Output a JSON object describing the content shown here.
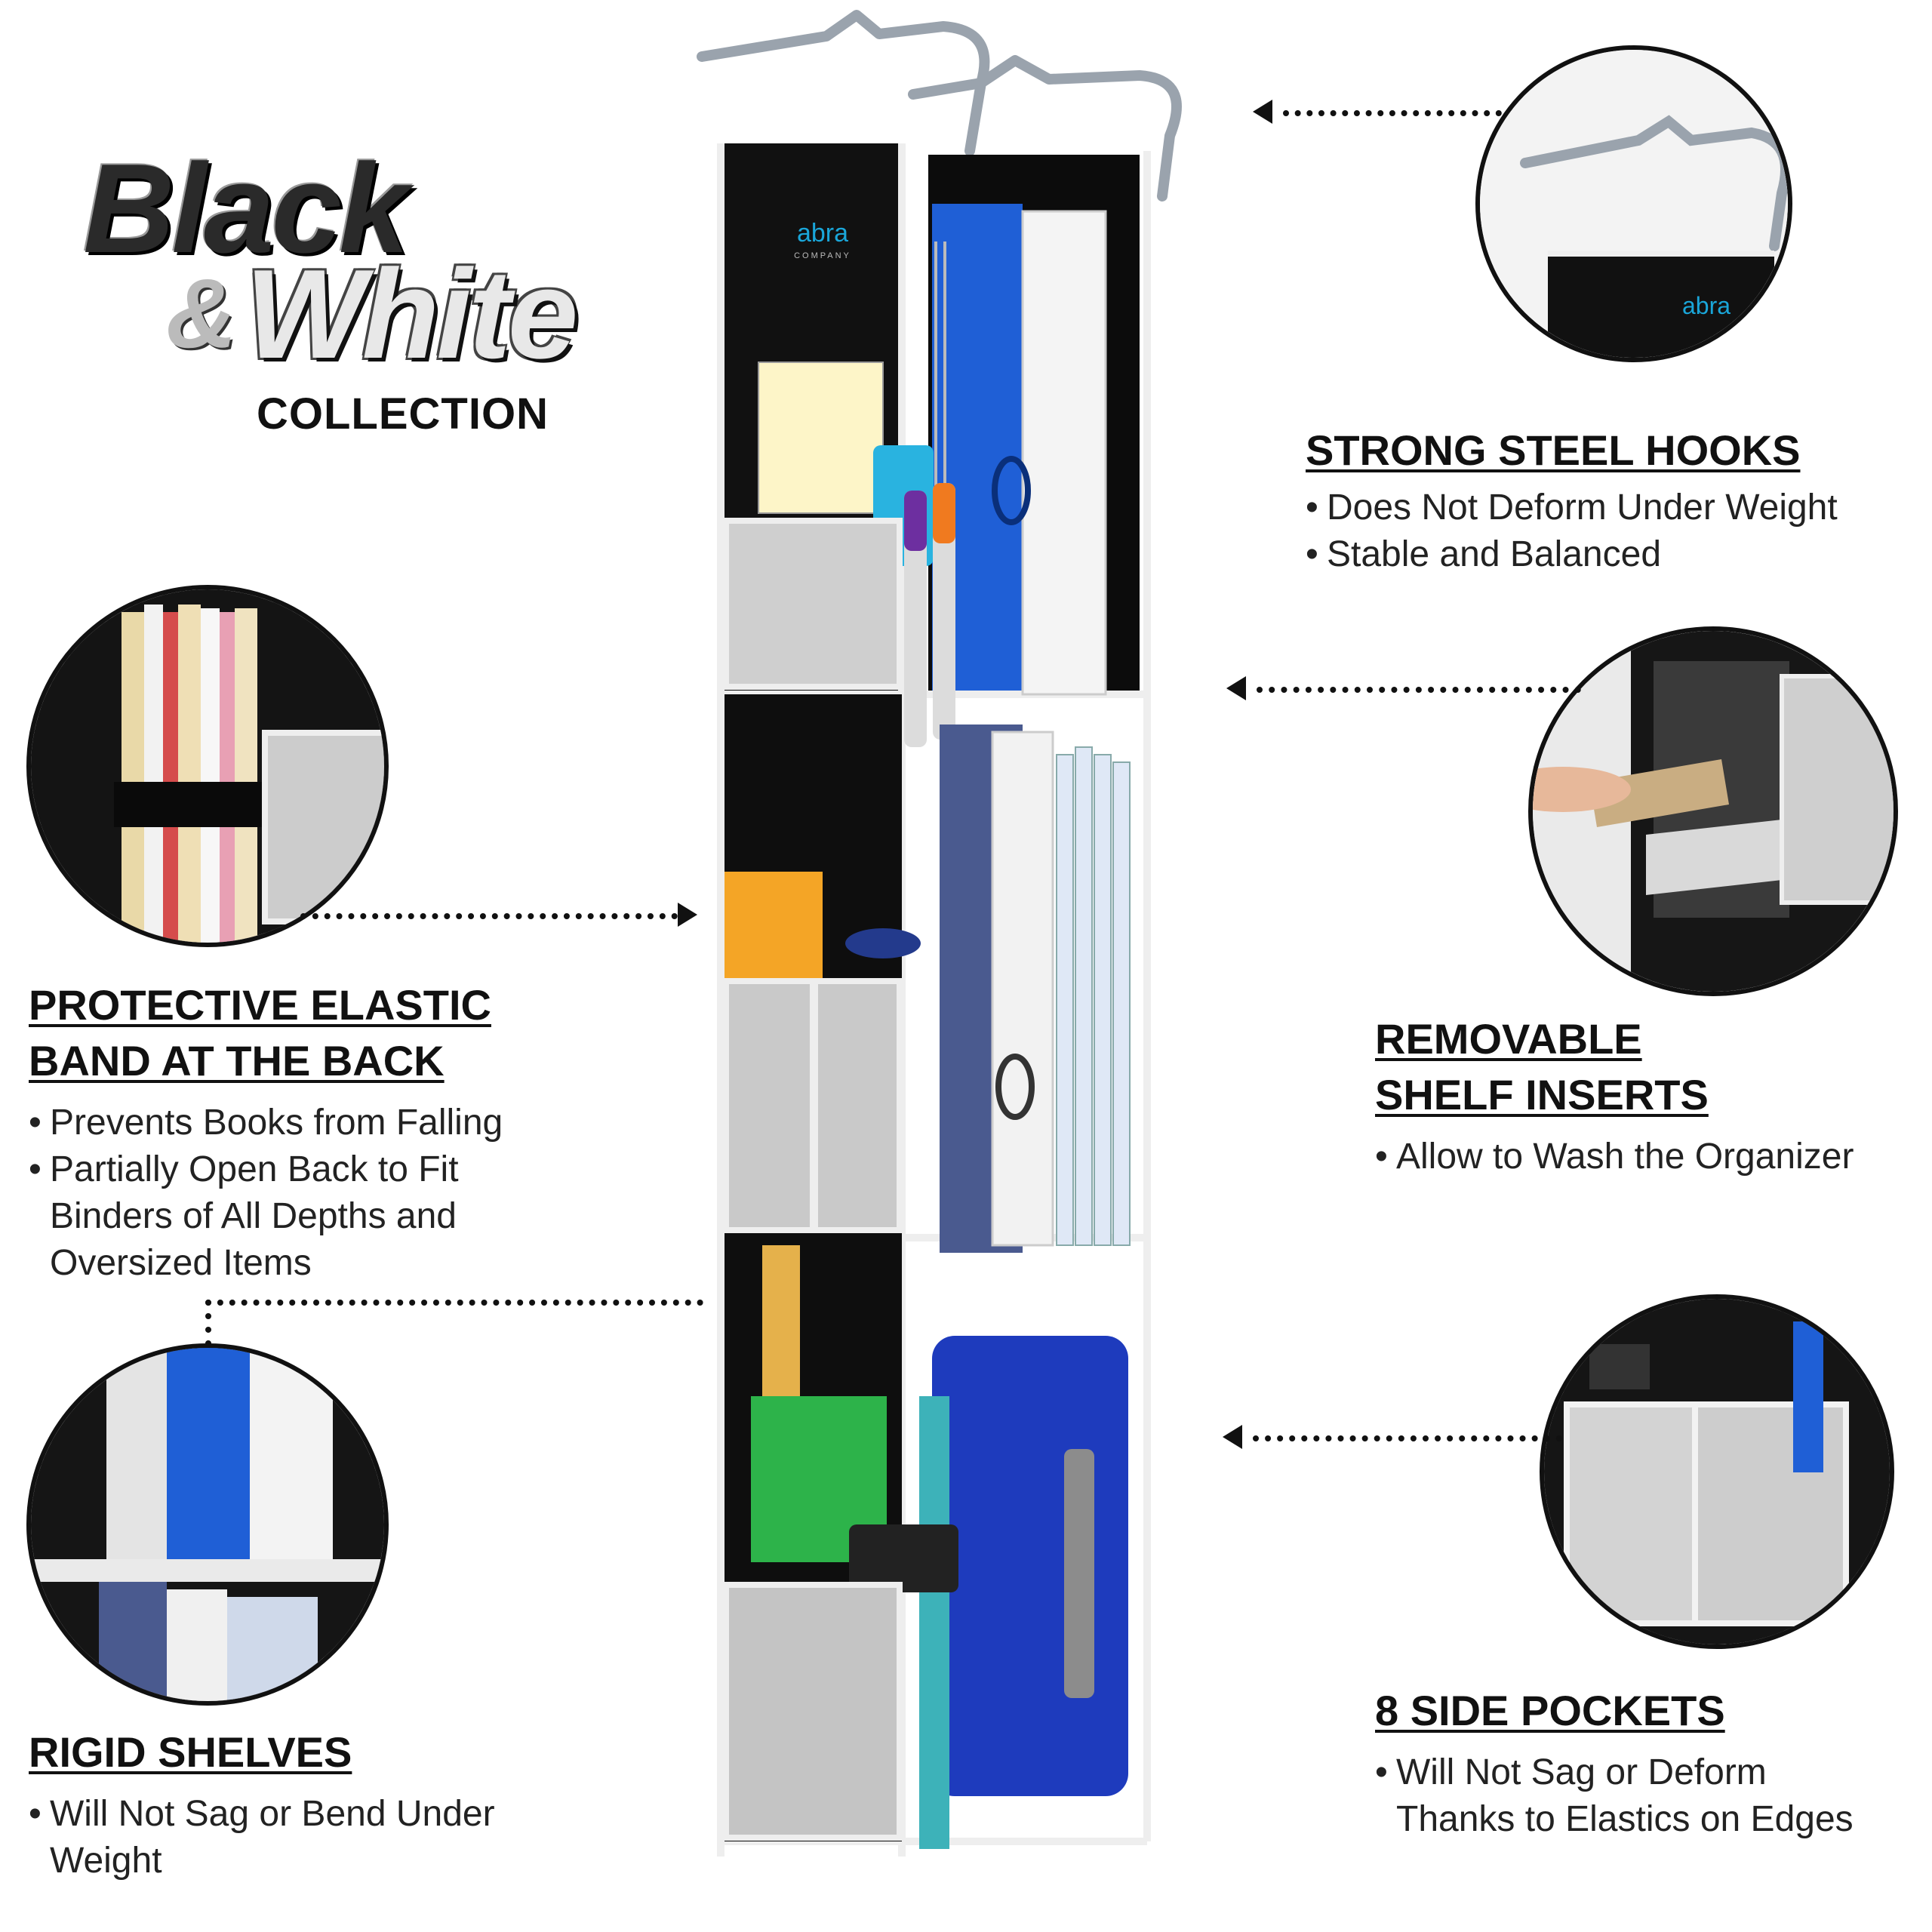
{
  "brand": {
    "word1": "Black",
    "amp": "&",
    "word2": "White",
    "collection": "COLLECTION",
    "product_logo": "abra",
    "product_logo_sub": "COMPANY"
  },
  "features": {
    "hooks": {
      "title": "STRONG STEEL HOOKS",
      "bullets": [
        "Does Not Deform Under Weight",
        "Stable and Balanced"
      ]
    },
    "inserts": {
      "title_line1": "REMOVABLE",
      "title_line2": "SHELF INSERTS",
      "bullets": [
        "Allow to Wash the Organizer"
      ]
    },
    "pockets": {
      "title": "8 SIDE POCKETS",
      "bullets": [
        "Will Not Sag or Deform\nThanks to Elastics on Edges"
      ]
    },
    "elastic": {
      "title_line1": "PROTECTIVE ELASTIC",
      "title_line2": "BAND AT THE BACK",
      "bullets": [
        "Prevents Books from Falling",
        "Partially Open Back to Fit\nBinders of All Depths and\nOversized Items"
      ]
    },
    "shelves": {
      "title": "RIGID SHELVES",
      "bullets": [
        "Will Not Sag or Bend Under\nWeight"
      ]
    }
  },
  "bullet_symbol": "•",
  "colors": {
    "organizer_black": "#111111",
    "trim_white": "#f2f2f2",
    "binder_blue": "#1f5fd6",
    "steel": "#a9b2bb",
    "logo_cyan": "#1aa6d9"
  }
}
